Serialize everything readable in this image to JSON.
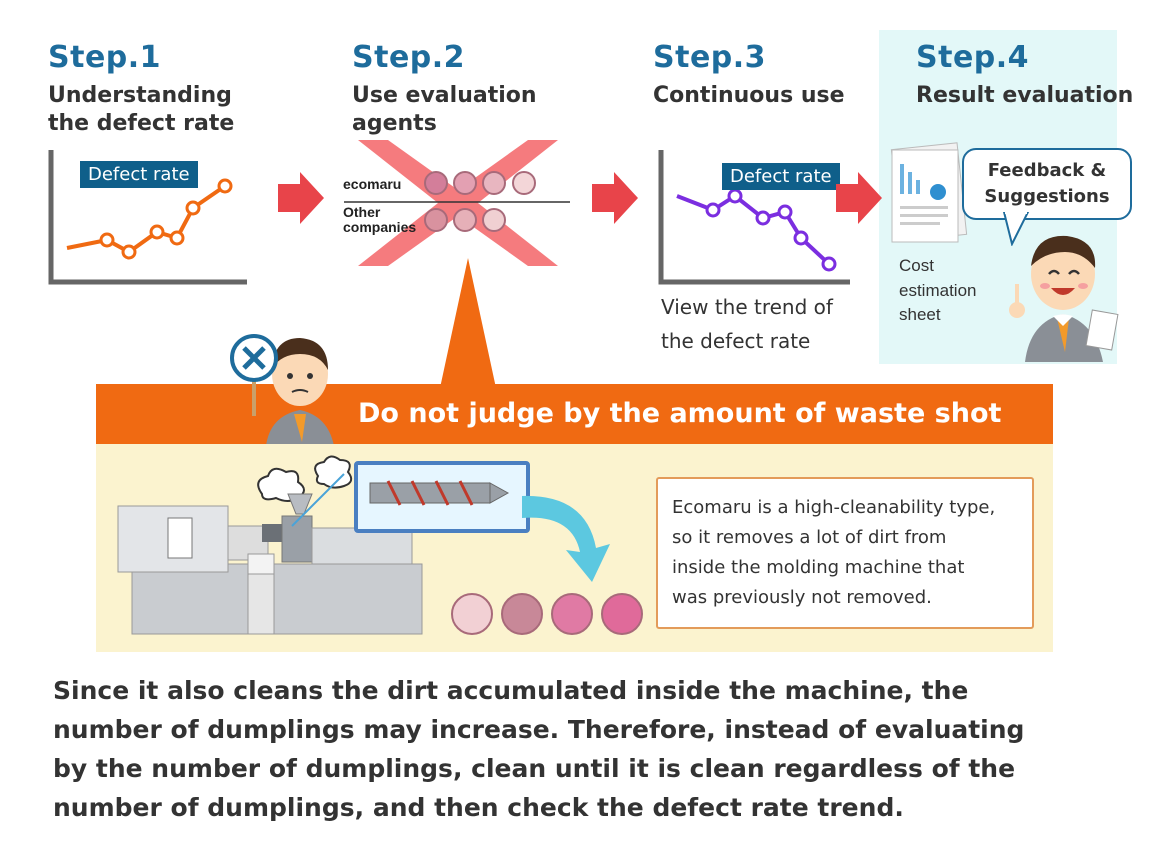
{
  "steps": [
    {
      "title": "Step.1",
      "line1": "Understanding",
      "line2": "the defect rate"
    },
    {
      "title": "Step.2",
      "line1": "Use evaluation",
      "line2": "agents"
    },
    {
      "title": "Step.3",
      "line1": "Continuous use",
      "line2": ""
    },
    {
      "title": "Step.4",
      "line1": "Result evaluation",
      "line2": ""
    }
  ],
  "chart1_tag": "Defect rate",
  "chart3_tag": "Defect rate",
  "comparison": {
    "row1": "ecomaru",
    "row2a": "Other",
    "row2b": "companies"
  },
  "step3_caption": {
    "line1": "View the trend of",
    "line2": "the defect rate"
  },
  "step4": {
    "speech1": "Feedback &",
    "speech2": "Suggestions",
    "sheet1": "Cost",
    "sheet2": "estimation",
    "sheet3": "sheet"
  },
  "banner": "Do not judge by the amount of waste shot",
  "note": {
    "l1": "Ecomaru is a high-cleanability type,",
    "l2": "so it removes a lot of dirt from",
    "l3": "inside the molding machine that",
    "l4": "was previously not removed."
  },
  "bottom": {
    "l1": "Since it also cleans the dirt accumulated inside the machine, the",
    "l2": "number of dumplings may increase. Therefore, instead of evaluating",
    "l3": "by the number of dumplings, clean until it is clean regardless of the",
    "l4": "number of dumplings, and then check the defect rate trend."
  },
  "colors": {
    "accent_blue": "#1e6c9c",
    "orange": "#f06a12",
    "red_arrow": "#e8444a",
    "cream": "#fbf3cf",
    "mint": "#e3f8f8",
    "line_up": "#f06a12",
    "line_down": "#7b2ee0"
  }
}
